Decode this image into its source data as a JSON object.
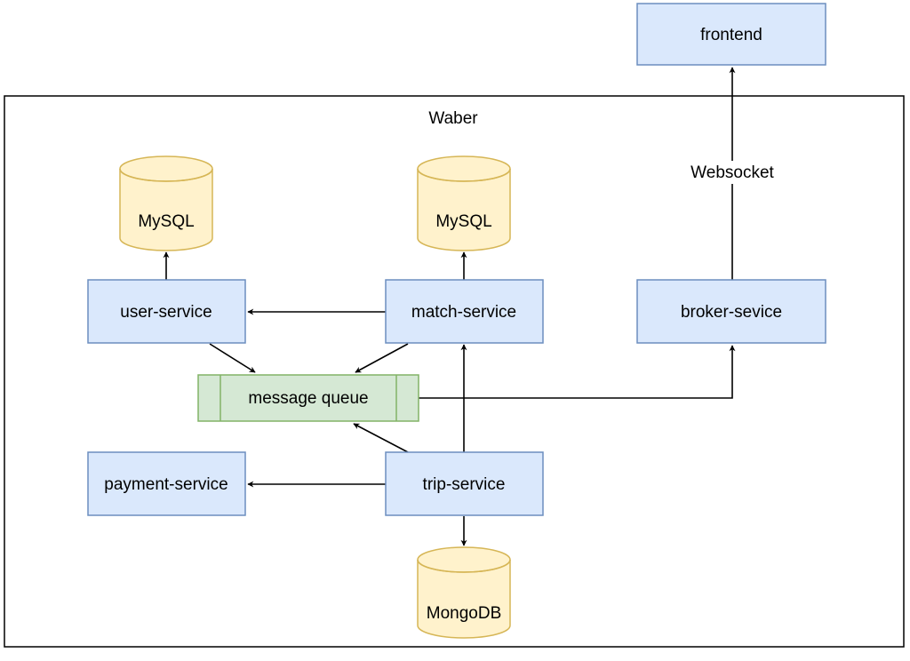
{
  "diagram": {
    "container_label": "Waber",
    "edge_label_websocket": "Websocket",
    "nodes": {
      "frontend": "frontend",
      "user_service": "user-service",
      "match_service": "match-service",
      "broker_service": "broker-sevice",
      "message_queue": "message queue",
      "payment_service": "payment-service",
      "trip_service": "trip-service",
      "mysql_user": "MySQL",
      "mysql_match": "MySQL",
      "mongodb": "MongoDB"
    },
    "colors": {
      "service_fill": "#dae8fc",
      "service_stroke": "#6c8ebf",
      "queue_fill": "#d5e8d4",
      "queue_stroke": "#82b366",
      "db_fill": "#fff2cc",
      "db_stroke": "#d6b656",
      "line": "#000000"
    }
  }
}
